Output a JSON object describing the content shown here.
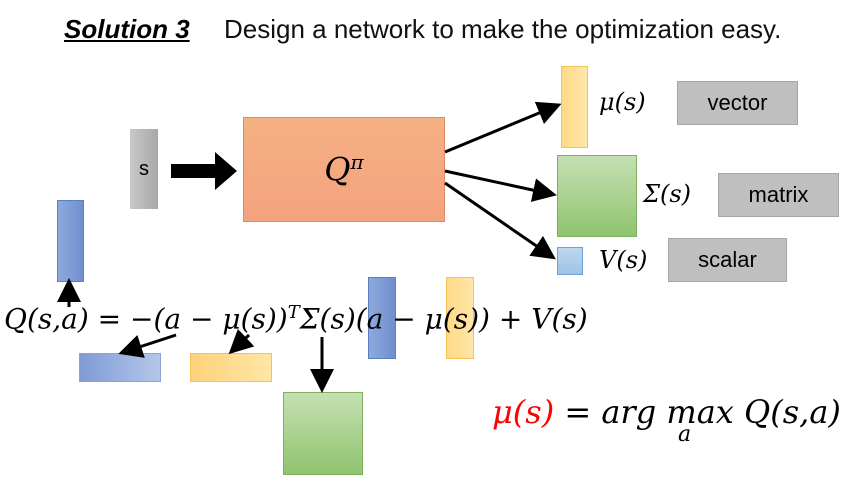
{
  "title": {
    "heading": "Solution 3",
    "text": "Design a network to make the optimization easy."
  },
  "network": {
    "input_label": "s",
    "q_label": "Q",
    "q_superscript": "π"
  },
  "outputs": [
    {
      "math": "μ(s)",
      "tag": "vector"
    },
    {
      "math": "Σ(s)",
      "tag": "matrix"
    },
    {
      "math": "V(s)",
      "tag": "scalar"
    }
  ],
  "equation": {
    "left": "Q(s,a) = −(a − μ(s))",
    "transpose": "T",
    "right": "Σ(s)(a − μ(s)) + V(s)"
  },
  "argmax": {
    "mu": "μ(s)",
    "eq": "= arg max",
    "sub": "a",
    "rest": "Q(s,a)"
  },
  "colors": {
    "mu_highlight": "#ff0000"
  }
}
